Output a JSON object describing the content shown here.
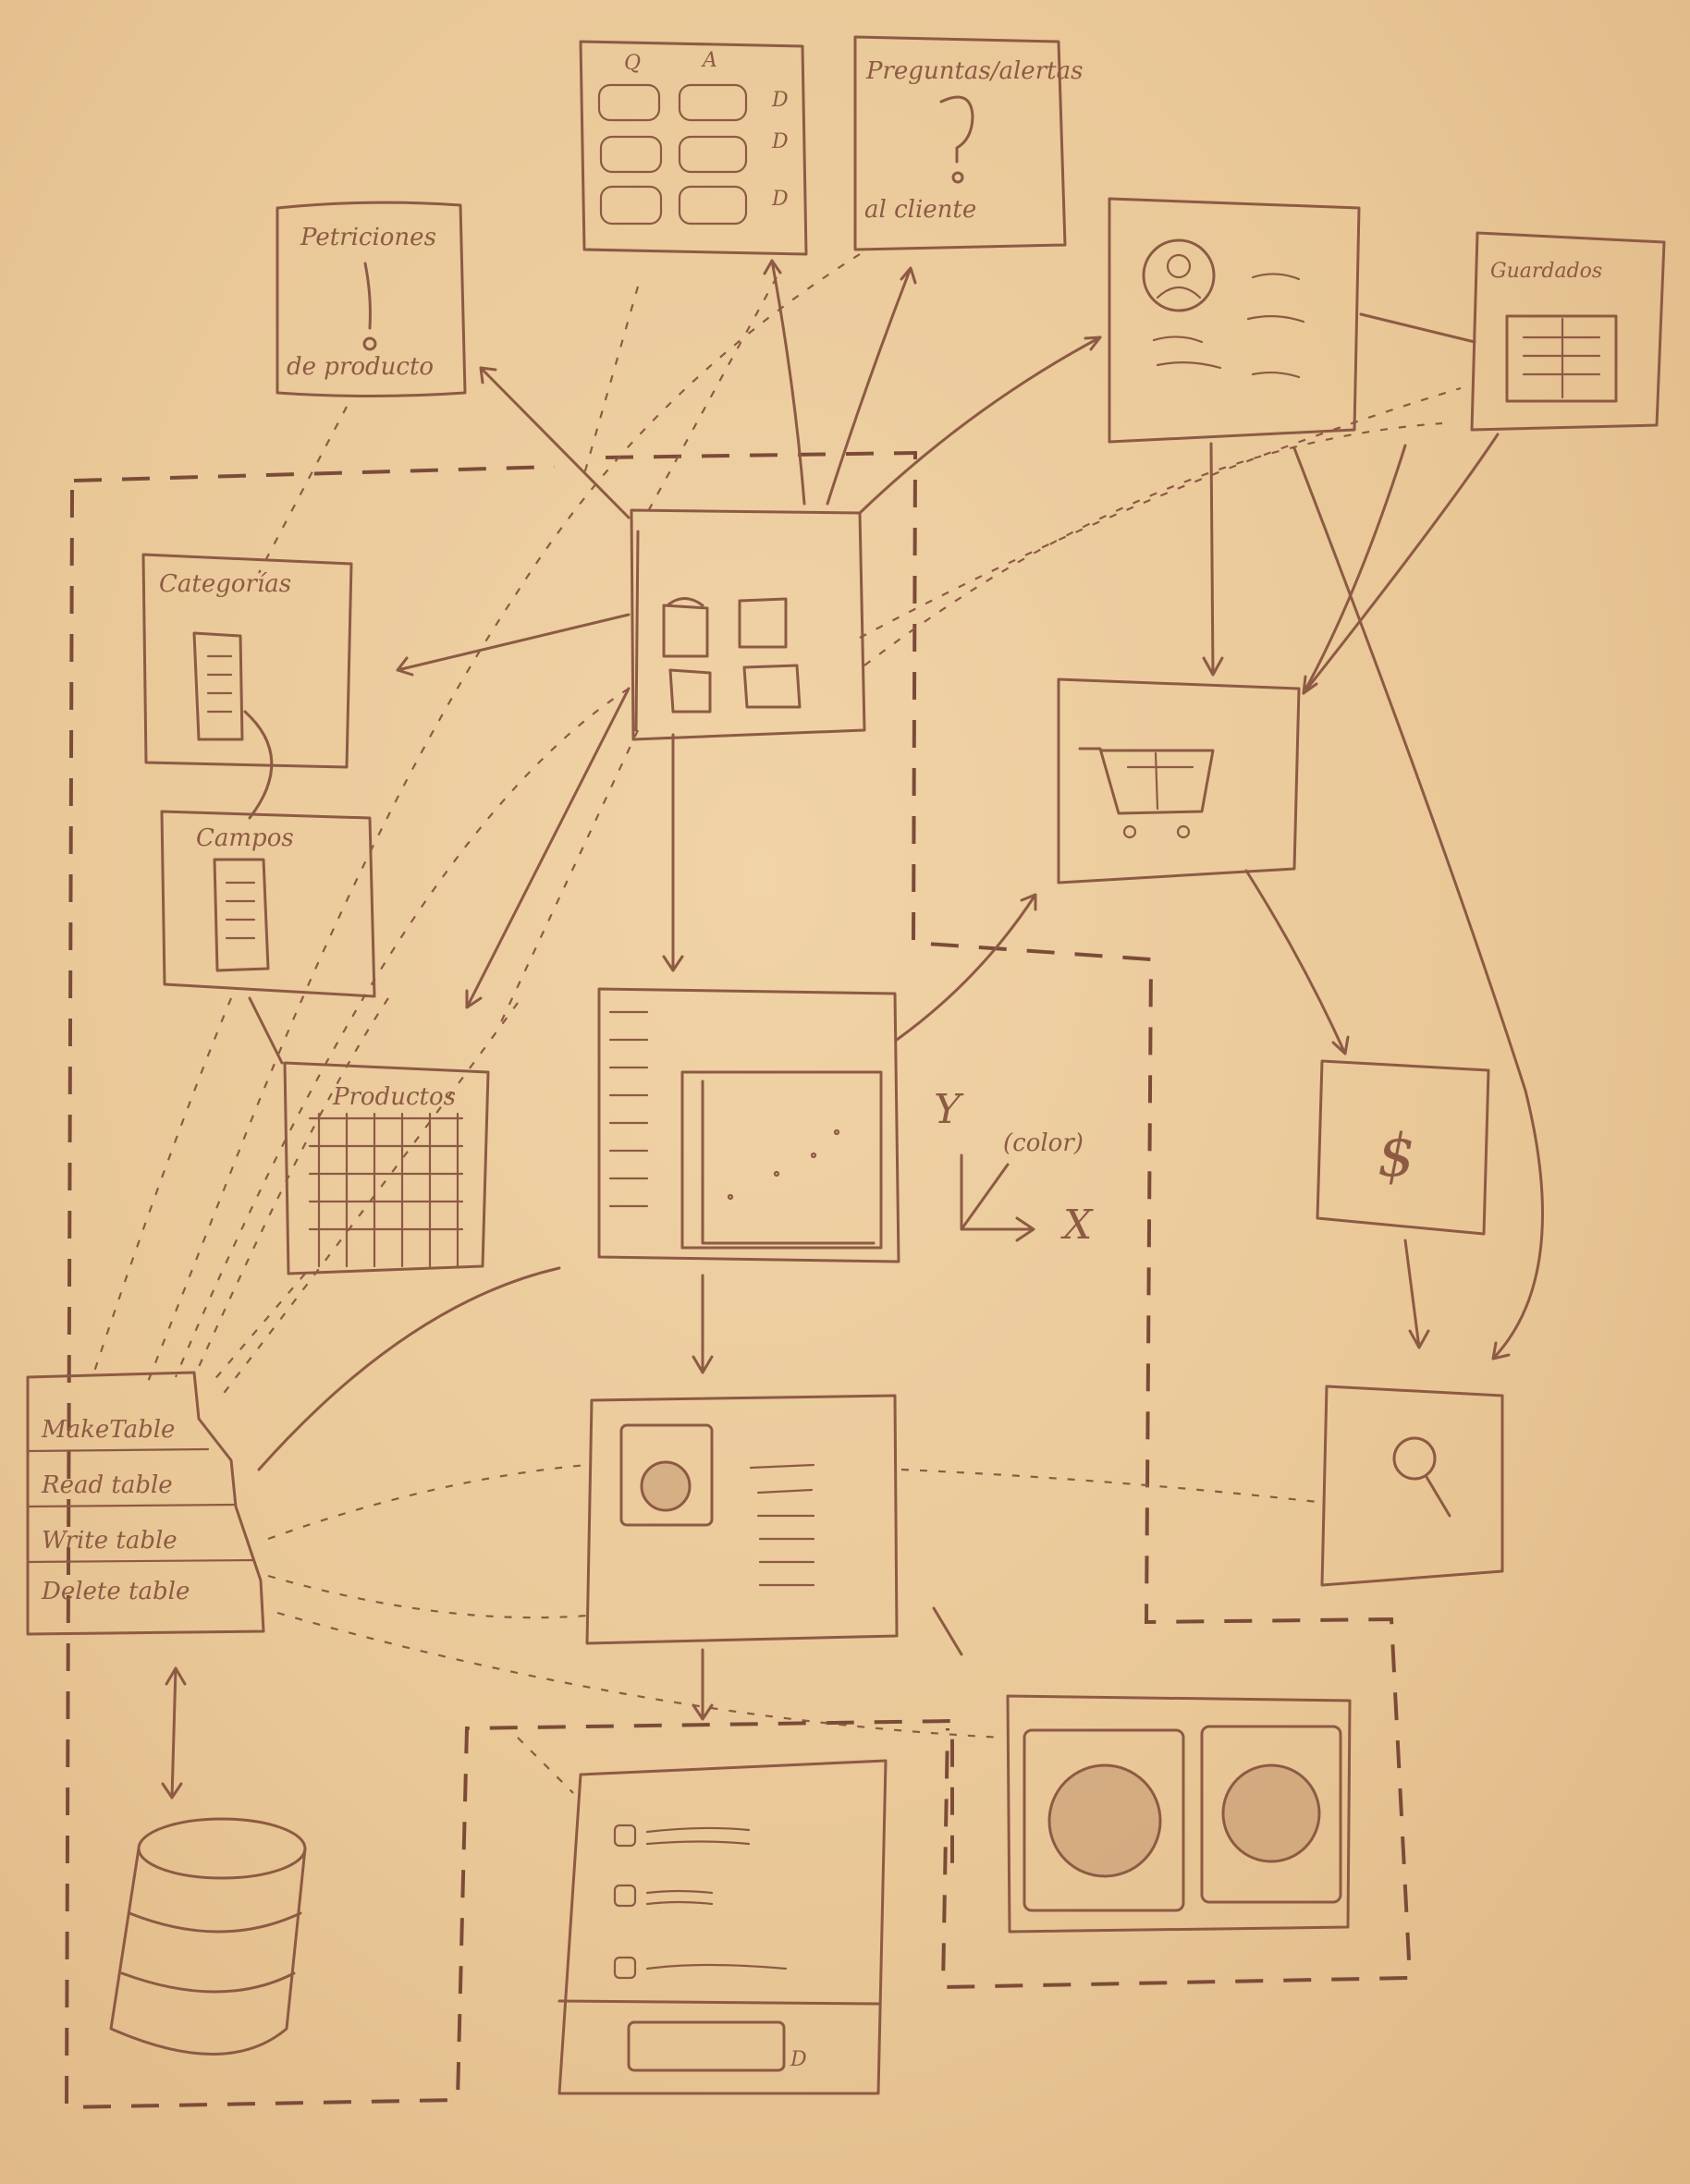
{
  "labels": {
    "petriciones": "Petriciones",
    "de_producto": "de producto",
    "preguntas": "Preguntas/alertas",
    "al_cliente": "al cliente",
    "guardados": "Guardados",
    "categorias": "Categorías",
    "campos": "Campos",
    "productos": "Productos",
    "y_axis": "Y",
    "x_axis": "X",
    "color": "(color)",
    "make_table": "MakeTable",
    "read_table": "Read table",
    "write_table": "Write table",
    "delete_table": "Delete table",
    "dollar": "$"
  },
  "icons": [
    "warning-icon",
    "question-icon",
    "user-icon",
    "cart-icon",
    "search-icon",
    "database-icon",
    "dollar-icon"
  ],
  "colors": {
    "paper": "#ecc99a",
    "ink": "#8d5a44"
  }
}
